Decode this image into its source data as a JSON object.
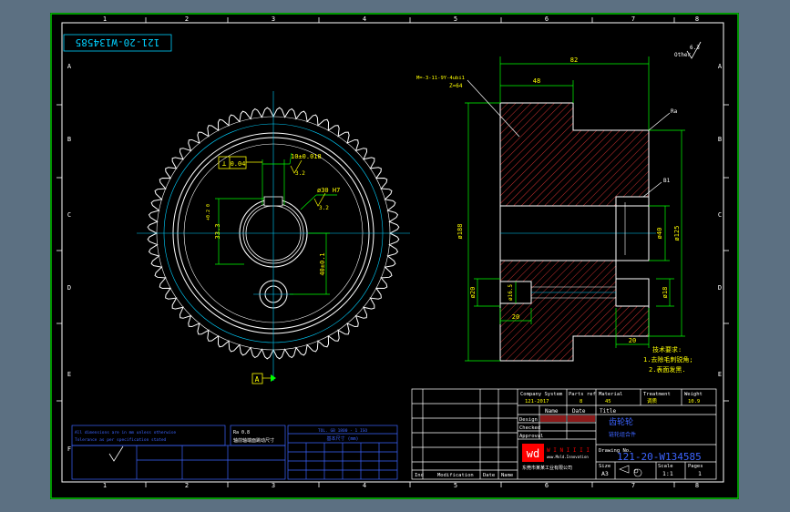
{
  "colors": {
    "viewport_bg": "#5c7082",
    "sheet_bg": "#000000",
    "border_green": "#00c800",
    "line_white": "#ffffff",
    "dim_green": "#00ff00",
    "center_cyan": "#00d0ff",
    "hatch_red": "#ff3c3c",
    "leader_yellow": "#ffff00",
    "block_blue": "#3c64ff",
    "fill_red": "#8b1a1a",
    "logo_red": "#ff0000"
  },
  "border": {
    "col_marks": [
      "1",
      "2",
      "3",
      "4",
      "5",
      "6",
      "7",
      "8"
    ],
    "row_marks": [
      "A",
      "B",
      "C",
      "D",
      "E",
      "F"
    ]
  },
  "drawing_number_box": "121-20-W134585",
  "front_view": {
    "tolerance_frame": [
      "⊥",
      "0.04"
    ],
    "keyway_width": "10±0.018",
    "keyway_roughness": "3.2",
    "bore_dim": "ø30 H7",
    "bore_roughness": "3.2",
    "left_dim": "33.3",
    "left_tol": "+0.2\n0",
    "pin_offset": "40±0.1",
    "datum_label": "A"
  },
  "section_view": {
    "gear_note_1": "M=-3-11-9Y-4ubi1",
    "gear_note_2": "Z=64",
    "top_dim_overall": "82",
    "top_dim_hub": "48",
    "od": "ø188",
    "d_bore": "ø40",
    "d_hub": "ø125",
    "bottom_left_dia": "ø20",
    "bottom_small_dia": "ø16.5",
    "bottom_right_dia": "ø18",
    "bottom_dim_left": "20",
    "bottom_dim_right": "20",
    "roughness_top": "Ra",
    "roughness_small": "B1",
    "tech_req_title": "技术要求:",
    "tech_req_1": "1.去除毛刺锐角;",
    "tech_req_2": "2.表面发黑."
  },
  "corner_roughness": {
    "value": "6.3",
    "label": "Other"
  },
  "title_block": {
    "col_headers": [
      "Company System",
      "Parts ref",
      "Material",
      "Treatment",
      "Weight"
    ],
    "col_values": [
      "121-2017",
      "8",
      "45",
      "调质",
      "10.9"
    ],
    "row_name": "Name",
    "row_date": "Date",
    "row_title": "Title",
    "row_design": "Design",
    "row_checked": "Checked",
    "row_approved": "Approval",
    "part_title": "齿轮轮",
    "part_subtitle": "链轮组合件",
    "drawing_label": "Drawing No.",
    "drawing_no": "121-20-W134585",
    "size_label": "Size",
    "size_value": "A3",
    "scale_label": "Scale",
    "scale_value": "1:1",
    "pages_label": "Pages",
    "pages_value": "1",
    "rev_labels": [
      "Ind",
      "Modification",
      "Date",
      "Name"
    ],
    "logo_letters": "wd",
    "logo_text": "W I N I I I I",
    "logo_sub": "www.Mold.Innovation",
    "company": "东莞市某某工业有限公司"
  },
  "blue_blocks": {
    "note_line1": "All dimensions are in mm unless otherwise",
    "note_line2": "Tolerance as per specification stated",
    "legend_1": "Ra 0.8",
    "legend_2": "轴前轴端面跳动尺寸",
    "table_title": "TOL. GB 1800 - 1 ISO",
    "table_header": "基本尺寸 (mm)"
  }
}
